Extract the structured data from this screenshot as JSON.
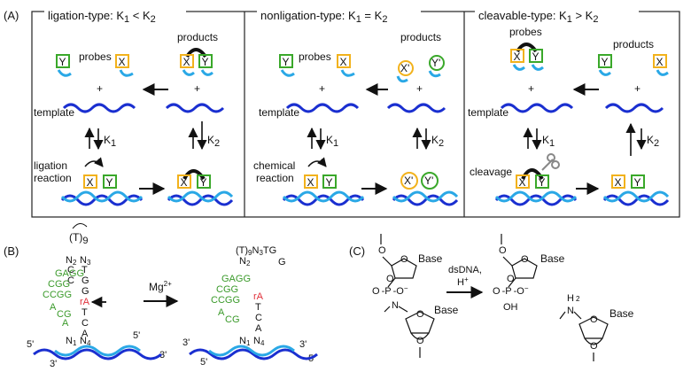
{
  "panel_a": {
    "label": "(A)",
    "sections": [
      {
        "title": "ligation-type:  K",
        "cmp": " < K"
      },
      {
        "title": "nonligation-type:  K",
        "cmp": " = K"
      },
      {
        "title": "cleavable-type:  K",
        "cmp": " > K"
      }
    ],
    "sub1": "1",
    "sub2": "2",
    "probes": "probes",
    "products": "products",
    "template": "template",
    "plus": "+",
    "k1": "K",
    "k2": "K",
    "ligation_reaction": [
      "ligation",
      "reaction"
    ],
    "chemical_reaction": [
      "chemical",
      "reaction"
    ],
    "cleavage": "cleavage",
    "x": "X",
    "y": "Y",
    "xp": "X'",
    "yp": "Y'"
  },
  "panel_b": {
    "label": "(B)",
    "t9": "(T)",
    "t9_sub": "9",
    "n2": "N",
    "n3": "N",
    "sub_2": "2",
    "sub_3": "3",
    "stem_left": [
      "C",
      "C",
      "G",
      "G",
      "A",
      "A",
      "C",
      "G",
      "A"
    ],
    "stem_right": [
      "T",
      "G",
      "G",
      "rA",
      "T",
      "C",
      "A"
    ],
    "n1": "N",
    "n4": "N",
    "sub_1": "1",
    "sub_4": "4",
    "green_loop": [
      "G",
      "A",
      "G",
      "C",
      "C",
      "G"
    ],
    "mg": "Mg",
    "mg_sup": "2+",
    "product_top": "(T)",
    "product_sub": "9",
    "product_seq": "N",
    "product_sub2": "2",
    "product_seq2": "N",
    "product_sub3": "3",
    "product_tg": "TG",
    "product_g": "G",
    "five_prime": "5'",
    "three_prime": "3'"
  },
  "panel_c": {
    "label": "(C)",
    "base": "Base",
    "o": "O",
    "p": "P",
    "ominus": "O",
    "minus": "−",
    "n": "N",
    "oh": "OH",
    "h2": "H",
    "h2_sub": "2",
    "condition1": "dsDNA,",
    "condition2": "H",
    "condition2_sup": "+"
  },
  "colors": {
    "blue_strand": "#1a2fd0",
    "cyan_strand": "#2aa8e6",
    "yellow_box": "#f2b21c",
    "green_box": "#3aa82a",
    "red": "#e0303a",
    "gray_scissors": "#888888"
  }
}
